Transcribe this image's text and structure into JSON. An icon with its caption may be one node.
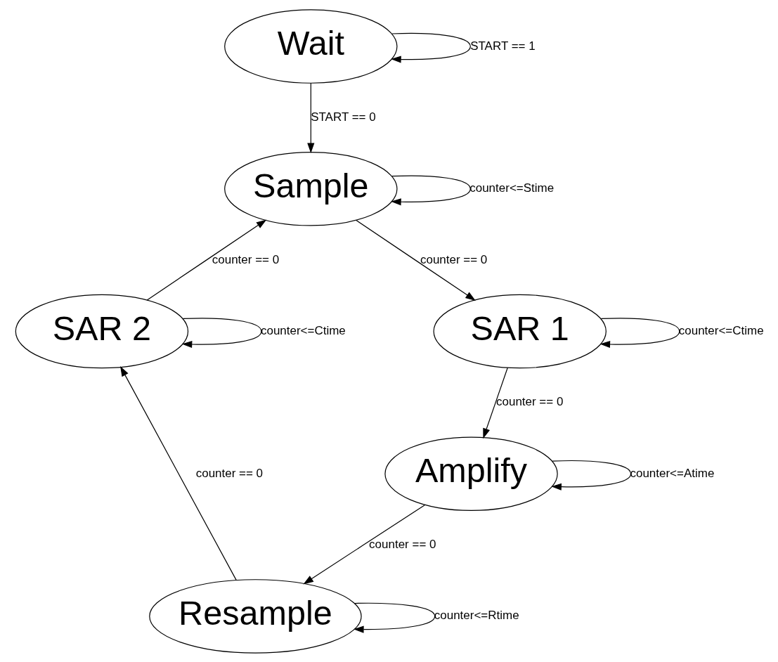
{
  "diagram": {
    "nodes": [
      {
        "text": [
          "Wait"
        ]
      },
      {
        "text": [
          "Sample"
        ]
      },
      {
        "text": [
          "SAR 2"
        ]
      },
      {
        "text": [
          "SAR 1"
        ]
      },
      {
        "text": [
          "Resample"
        ]
      },
      {
        "text": [
          "Amplify"
        ]
      }
    ],
    "edges": [
      {
        "from": 0,
        "to": 0,
        "arrow": "to",
        "label": "START == 1"
      },
      {
        "from": 0,
        "to": 1,
        "arrow": "to",
        "label": "START == 0"
      },
      {
        "from": 1,
        "to": 1,
        "arrow": "to",
        "label": "counter<=Stime"
      },
      {
        "from": 2,
        "to": 2,
        "arrow": "to",
        "label": "counter<=Ctime"
      },
      {
        "from": 2,
        "to": 1,
        "arrow": "to",
        "label": "counter == 0"
      },
      {
        "from": 1,
        "to": 3,
        "arrow": "to",
        "label": "counter == 0"
      },
      {
        "from": 3,
        "to": 3,
        "arrow": "to",
        "label": "counter<=Ctime"
      },
      {
        "from": 3,
        "to": 5,
        "arrow": "to",
        "label": "counter == 0"
      },
      {
        "from": 5,
        "to": 5,
        "arrow": "to",
        "label": "counter<=Atime"
      },
      {
        "from": 4,
        "to": 4,
        "arrow": "to",
        "label": "counter<=Rtime"
      },
      {
        "from": 5,
        "to": 4,
        "arrow": "to",
        "label": "counter == 0"
      },
      {
        "from": 4,
        "to": 2,
        "arrow": "to",
        "label": "counter == 0"
      }
    ]
  }
}
